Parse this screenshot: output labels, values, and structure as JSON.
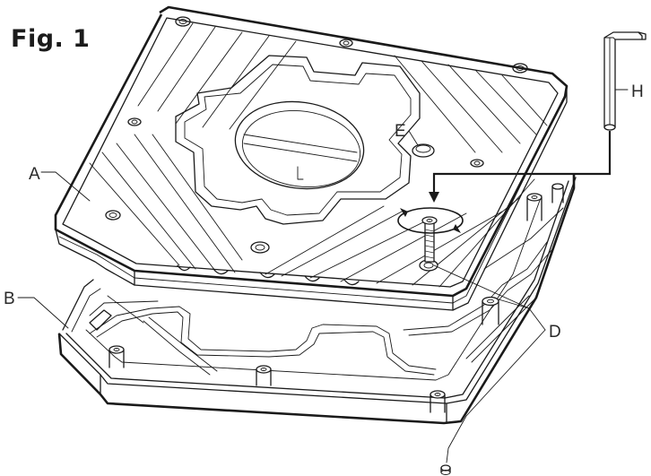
{
  "figure": {
    "title": "Fig. 1",
    "labels": {
      "a": "A",
      "b": "B",
      "d": "D",
      "e": "E",
      "h": "H"
    }
  },
  "colors": {
    "line": "#1a1a1a",
    "background": "#ffffff"
  }
}
